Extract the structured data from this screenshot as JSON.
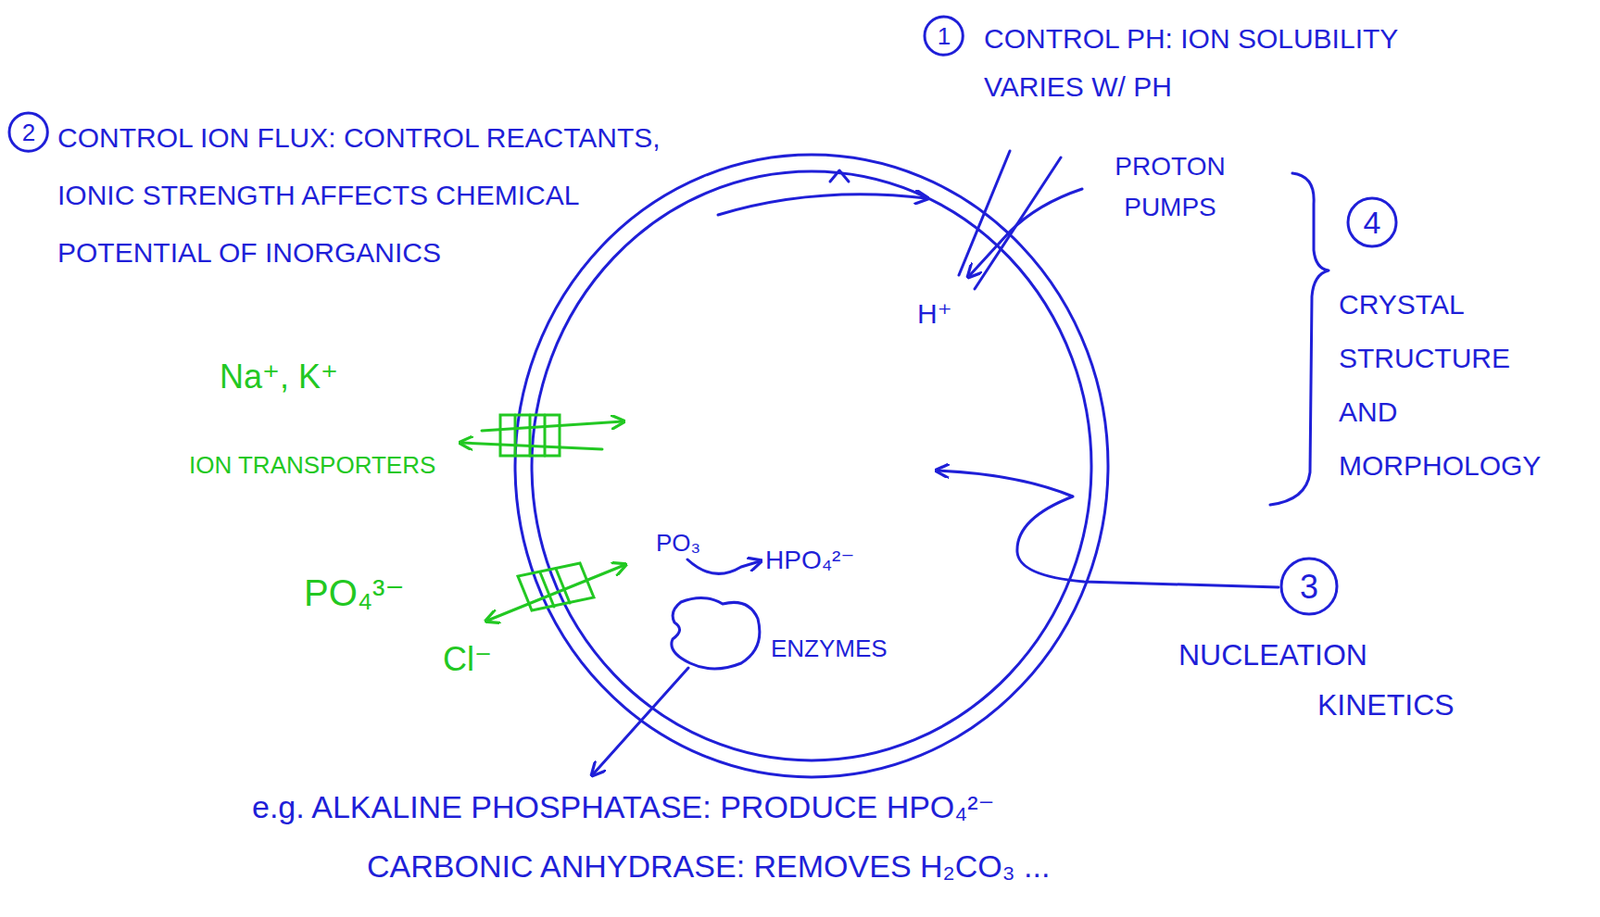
{
  "diagram": {
    "nodes": [
      {
        "text": [
          "1"
        ]
      },
      {
        "text": [
          "2"
        ]
      },
      {
        "text": [
          "4"
        ]
      },
      {
        "text": [
          "3"
        ]
      }
    ],
    "labels": [
      "CONTROL PH: ION SOLUBILITY VARIES W/ PH",
      "CONTROL ION FLUX: CONTROL REACTANTS, IONIC STRENGTH AFFECTS CHEMICAL POTENTIAL OF INORGANICS",
      "PROTON PUMPS",
      "H⁺",
      "CRYSTAL STRUCTURE AND MORPHOLOGY",
      "Na⁺, K⁺",
      "ION TRANSPORTERS",
      "PO₃",
      "HPO₄²⁻",
      "NUCLEATION KINETICS",
      "PO₄³⁻",
      "ENZYMES",
      "Cl⁻",
      "e.g. ALKALINE PHOSPHATASE: PRODUCE HPO₄²⁻",
      "CARBONIC ANHYDRASE: REMOVES H₂CO₃ ..."
    ]
  }
}
